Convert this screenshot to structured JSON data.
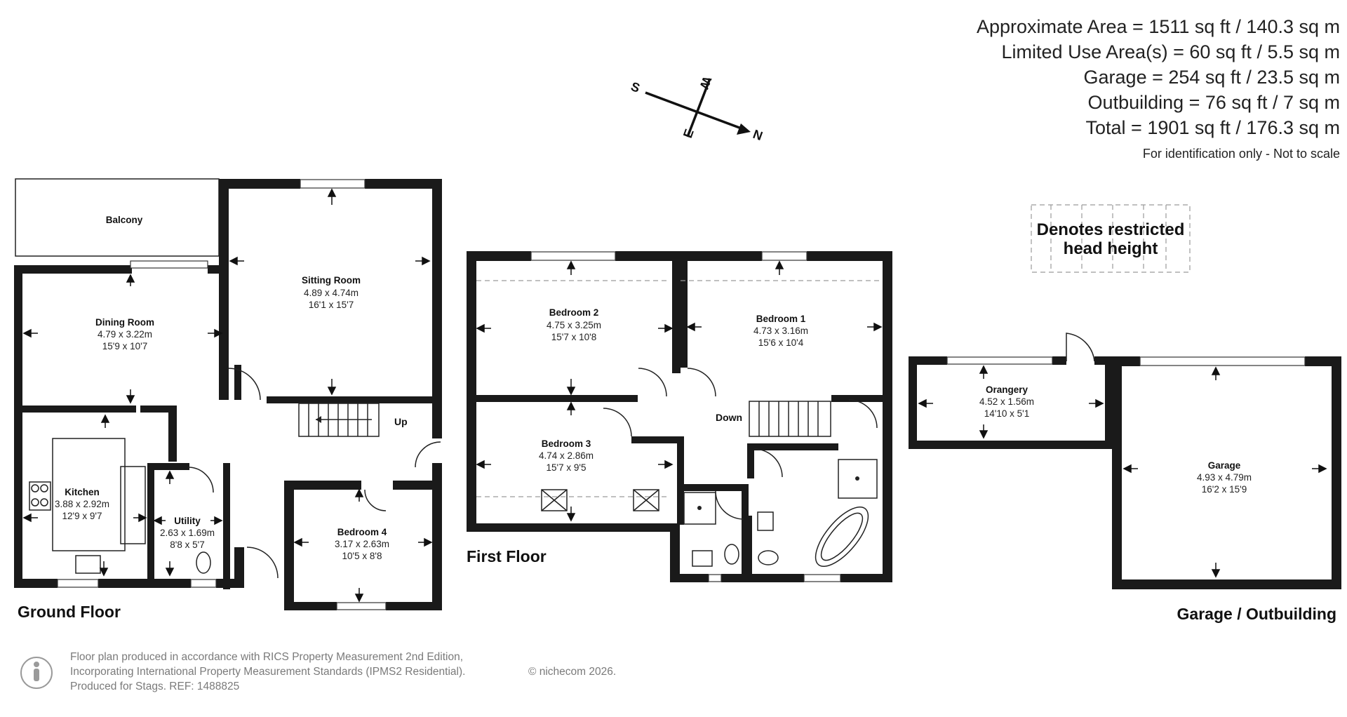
{
  "areas": {
    "approximate": "Approximate Area = 1511 sq ft / 140.3 sq m",
    "limited_use": "Limited Use Area(s) = 60 sq ft / 5.5 sq m",
    "garage": "Garage = 254 sq ft / 23.5 sq m",
    "outbuilding": "Outbuilding = 76 sq ft / 7 sq m",
    "total": "Total = 1901 sq ft / 176.3 sq m",
    "note": "For identification only - Not to scale"
  },
  "compass": {
    "s": "S",
    "w": "W",
    "e": "E",
    "n": "N"
  },
  "legend": {
    "line1": "Denotes restricted",
    "line2": "head height"
  },
  "floors": {
    "ground": "Ground Floor",
    "first": "First Floor",
    "garage": "Garage / Outbuilding"
  },
  "stairs": {
    "up": "Up",
    "down": "Down"
  },
  "rooms": {
    "balcony": {
      "name": "Balcony"
    },
    "sitting": {
      "name": "Sitting Room",
      "metric": "4.89 x 4.74m",
      "imperial": "16'1 x 15'7"
    },
    "dining": {
      "name": "Dining Room",
      "metric": "4.79 x 3.22m",
      "imperial": "15'9 x 10'7"
    },
    "kitchen": {
      "name": "Kitchen",
      "metric": "3.88 x 2.92m",
      "imperial": "12'9 x 9'7"
    },
    "utility": {
      "name": "Utility",
      "metric": "2.63 x 1.69m",
      "imperial": "8'8 x 5'7"
    },
    "bedroom4": {
      "name": "Bedroom 4",
      "metric": "3.17 x 2.63m",
      "imperial": "10'5 x 8'8"
    },
    "bedroom2": {
      "name": "Bedroom 2",
      "metric": "4.75 x 3.25m",
      "imperial": "15'7 x 10'8"
    },
    "bedroom1": {
      "name": "Bedroom 1",
      "metric": "4.73 x 3.16m",
      "imperial": "15'6 x 10'4"
    },
    "bedroom3": {
      "name": "Bedroom 3",
      "metric": "4.74 x 2.86m",
      "imperial": "15'7 x 9'5"
    },
    "orangery": {
      "name": "Orangery",
      "metric": "4.52 x 1.56m",
      "imperial": "14'10 x 5'1"
    },
    "garage": {
      "name": "Garage",
      "metric": "4.93 x 4.79m",
      "imperial": "16'2 x 15'9"
    }
  },
  "footer": {
    "line1": "Floor plan produced in accordance with RICS Property Measurement 2nd Edition,",
    "line2": "Incorporating International Property Measurement Standards (IPMS2 Residential).",
    "copyright": "© nichecom 2026.",
    "line3": "Produced for Stags.   REF: 1488825"
  }
}
